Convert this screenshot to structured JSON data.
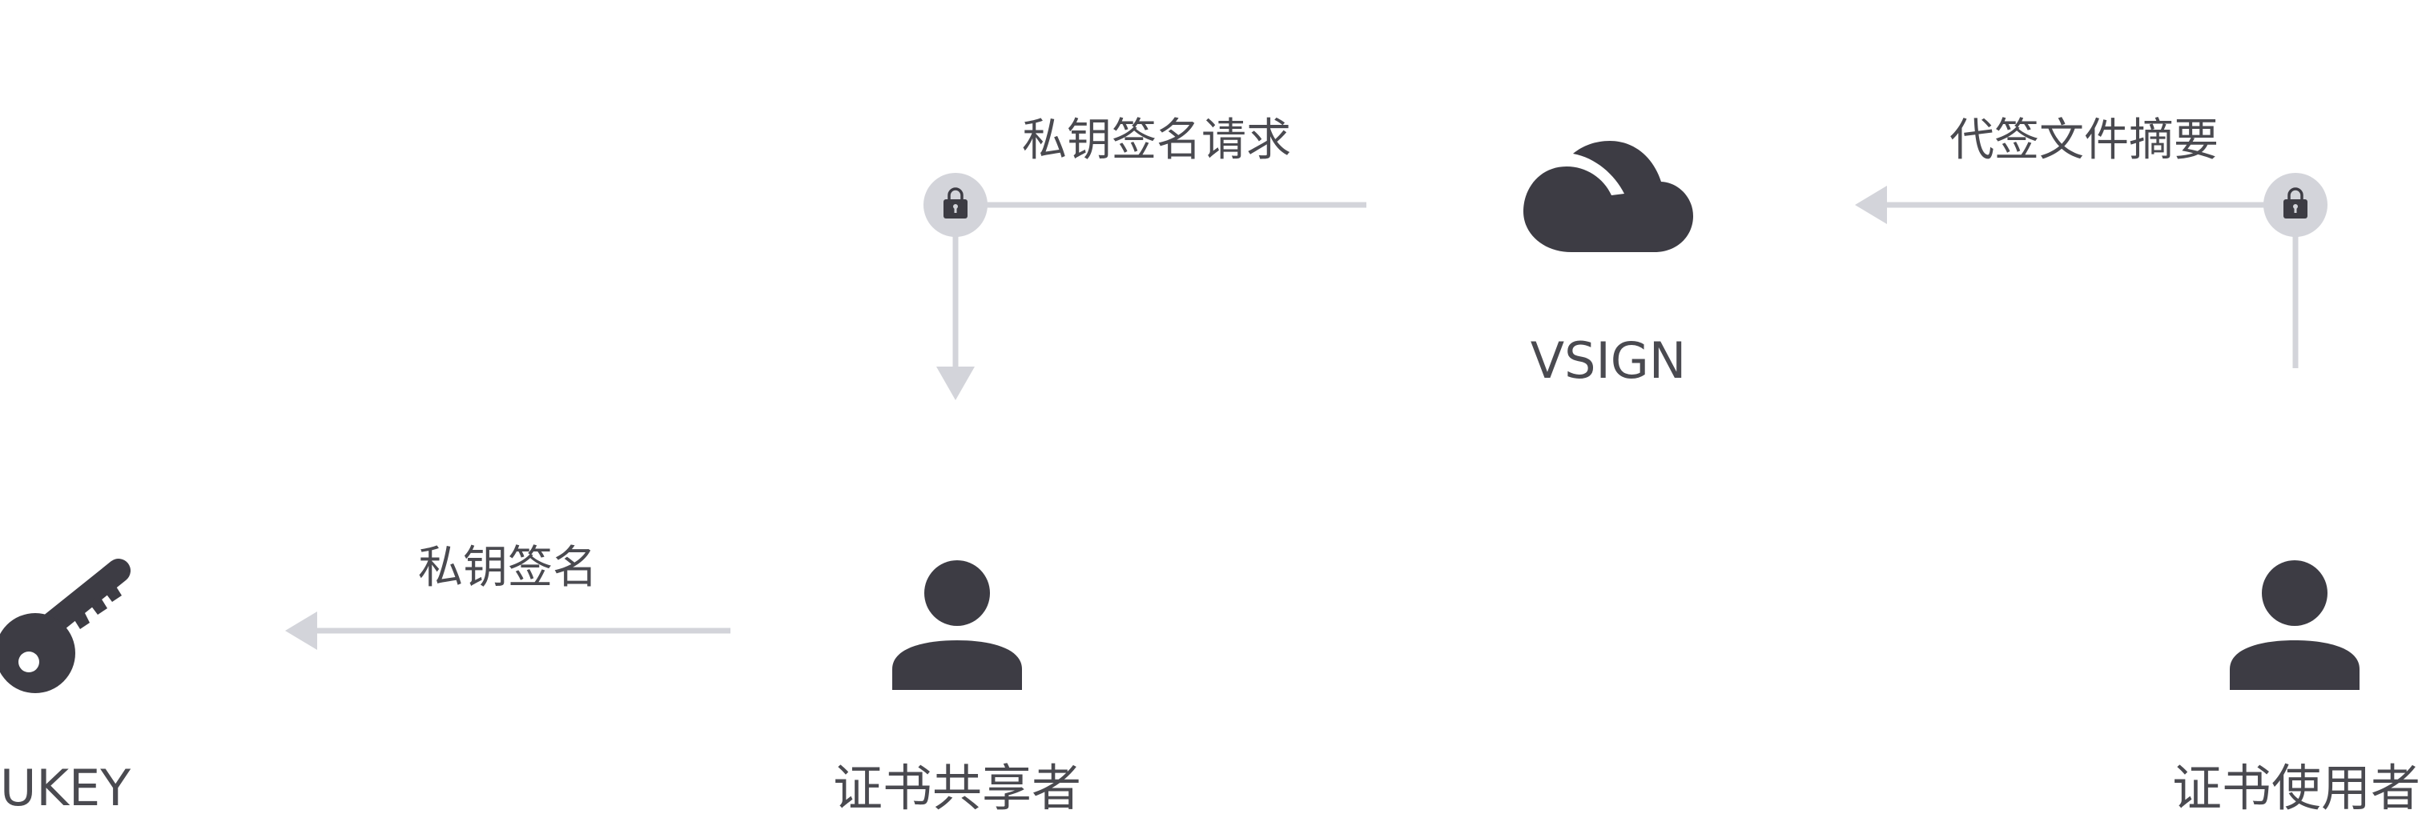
{
  "colors": {
    "icon": "#3d3c44",
    "connector": "#d3d4da",
    "text": "#4a4a50",
    "background": "#ffffff"
  },
  "nodes": {
    "ukey": {
      "label": "UKEY",
      "icon": "key-icon"
    },
    "sharer": {
      "label": "证书共享者",
      "icon": "person-icon"
    },
    "vsign": {
      "label": "VSIGN",
      "icon": "cloud-icon"
    },
    "user": {
      "label": "证书使用者",
      "icon": "person-icon"
    }
  },
  "edges": {
    "digest": {
      "label": "代签文件摘要",
      "icon": "lock-icon"
    },
    "request": {
      "label": "私钥签名请求",
      "icon": "lock-icon"
    },
    "signature": {
      "label": "私钥签名"
    }
  }
}
